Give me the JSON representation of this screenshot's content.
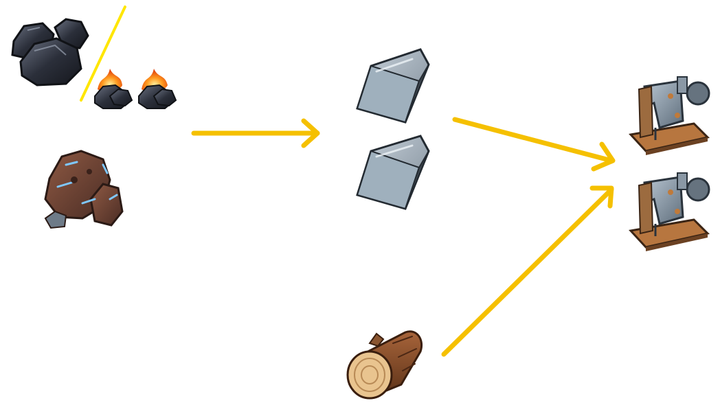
{
  "diagram": {
    "accent_color": "#F5C000",
    "divider_color": "#FFE600",
    "inputs": [
      {
        "name": "coal",
        "icon": "coal-icon",
        "quantity_shown": 1
      },
      {
        "name": "burning-coal",
        "icon": "burning-coal-icon",
        "quantity_shown": 2
      },
      {
        "name": "iron-ore",
        "icon": "iron-ore-icon",
        "quantity_shown": 1
      },
      {
        "name": "wood-log",
        "icon": "wood-log-icon",
        "quantity_shown": 1
      }
    ],
    "intermediate": {
      "name": "iron-ingot",
      "icon": "iron-ingot-icon",
      "quantity_shown": 2
    },
    "output": {
      "name": "sewing-machine",
      "icon": "sewing-machine-icon",
      "quantity_shown": 2
    },
    "arrows": [
      {
        "from": "coal+iron-ore",
        "to": "iron-ingot"
      },
      {
        "from": "iron-ingot",
        "to": "sewing-machine"
      },
      {
        "from": "wood-log",
        "to": "sewing-machine"
      }
    ]
  }
}
